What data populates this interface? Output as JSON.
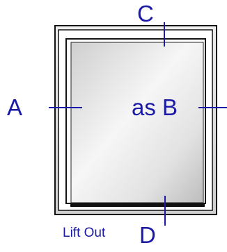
{
  "diagram": {
    "labels": {
      "a": "A",
      "b": "as B",
      "c": "C",
      "d": "D",
      "lift_out": "Lift Out"
    },
    "colors": {
      "text": "#1a1aa6",
      "frame_line": "#111111",
      "glass_light": "#f4f4f4",
      "glass_mid": "#c9c9c9"
    }
  }
}
